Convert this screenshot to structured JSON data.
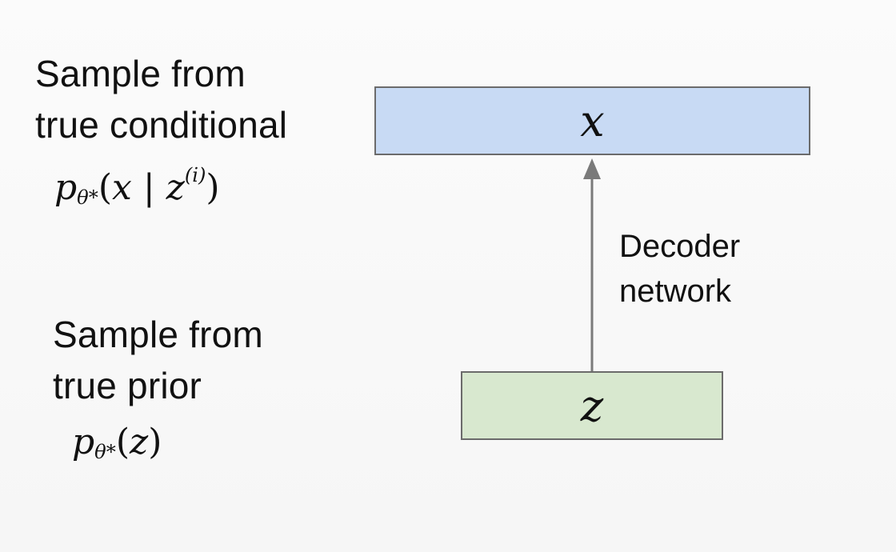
{
  "left_panel": {
    "top_text": {
      "line1": "Sample from",
      "line2": "true conditional",
      "formula": {
        "p": "p",
        "sub": "θ*",
        "open": "(",
        "x": "x",
        "bar": " | ",
        "z": "z",
        "sup": "(i)",
        "close": ")"
      }
    },
    "bottom_text": {
      "line1": "Sample from",
      "line2": "true prior",
      "formula": {
        "p": "p",
        "sub": "θ*",
        "open": "(",
        "z": "z",
        "close": ")"
      }
    }
  },
  "diagram": {
    "top_box": {
      "label": "x",
      "color": "#c8daf4"
    },
    "bottom_box": {
      "label": "z",
      "color": "#d8e8cf"
    },
    "edge": {
      "label_line1": "Decoder",
      "label_line2": "network",
      "color": "#777777"
    }
  }
}
